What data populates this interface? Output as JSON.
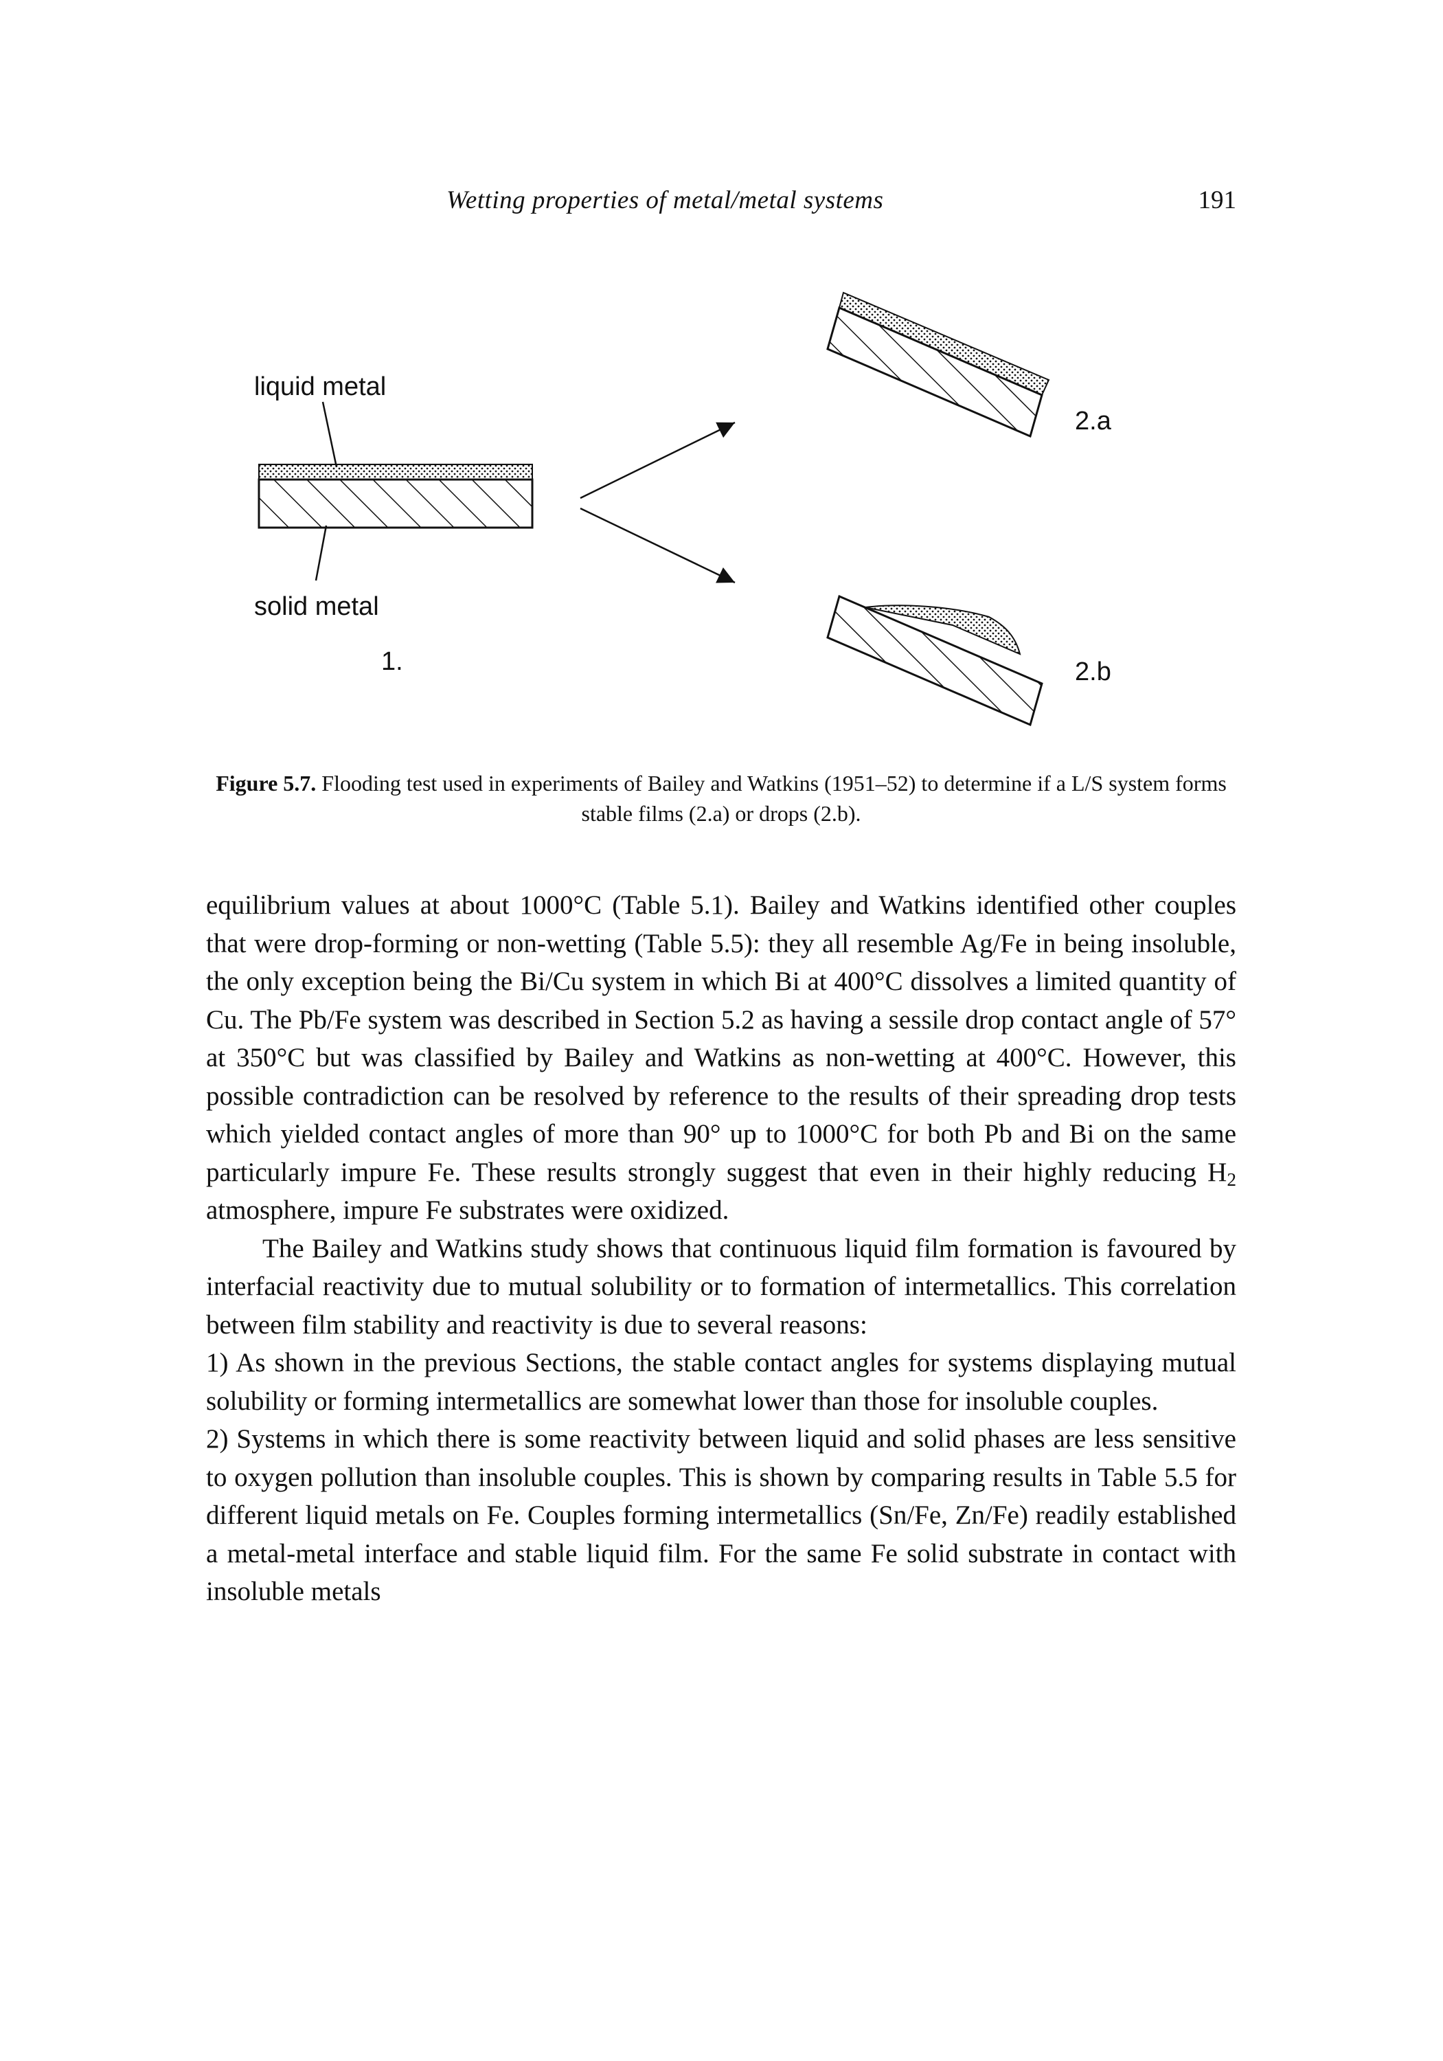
{
  "header": {
    "running_title": "Wetting properties of metal/metal systems",
    "page_number": "191"
  },
  "figure": {
    "labels": {
      "liquid_metal": "liquid metal",
      "solid_metal": "solid metal",
      "case_1": "1.",
      "case_2a": "2.a",
      "case_2b": "2.b"
    },
    "caption_label": "Figure 5.7.",
    "caption_text": "Flooding test used in experiments of Bailey and Watkins (1951–52) to determine if a L/S system forms stable films (2.a) or drops (2.b)."
  },
  "body": {
    "para1_a": "equilibrium values at about 1000°C (Table 5.1). Bailey and Watkins identified other couples that were drop-forming or non-wetting (Table 5.5): they all resemble Ag/Fe in being insoluble, the only exception being the Bi/Cu system in which Bi at 400°C dissolves a limited quantity of Cu. The Pb/Fe system was described in Section 5.2 as having a sessile drop contact angle of 57° at 350°C but was classified by Bailey and Watkins as non-wetting at 400°C. However, this possible contradiction can be resolved by reference to the results of their spreading drop tests which yielded contact angles of more than 90° up to 1000°C for both Pb and Bi on the same particularly impure Fe. These results strongly suggest that even in their highly reducing H",
    "para1_sub": "2",
    "para1_b": " atmosphere, impure Fe substrates were oxidized.",
    "para2": "The Bailey and Watkins study shows that continuous liquid film formation is favoured by interfacial reactivity due to mutual solubility or to formation of intermetallics. This correlation between film stability and reactivity is due to several reasons:",
    "item1": "1) As shown in the previous Sections, the stable contact angles for systems displaying mutual solubility or forming intermetallics are somewhat lower than those for insoluble couples.",
    "item2": "2) Systems in which there is some reactivity between liquid and solid phases are less sensitive to oxygen pollution than insoluble couples. This is shown by comparing results in Table 5.5 for different liquid metals on Fe. Couples forming intermetallics (Sn/Fe, Zn/Fe) readily established a metal-metal interface and stable liquid film. For the same Fe solid substrate in contact with insoluble metals"
  }
}
